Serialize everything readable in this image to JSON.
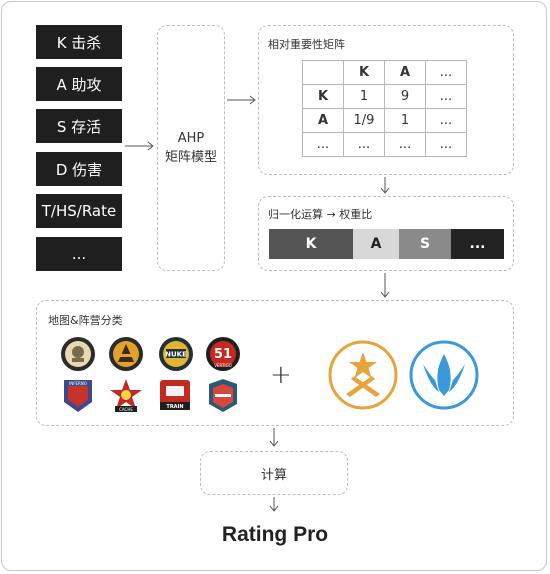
{
  "metrics": [
    "K 击杀",
    "A 助攻",
    "S 存活",
    "D 伤害",
    "T/HS/Rate",
    "..."
  ],
  "ahp": {
    "line1": "AHP",
    "line2": "矩阵模型"
  },
  "matrix": {
    "title": "相对重要性矩阵",
    "rows": [
      [
        "",
        "K",
        "A",
        "..."
      ],
      [
        "K",
        "1",
        "9",
        "..."
      ],
      [
        "A",
        "1/9",
        "1",
        "..."
      ],
      [
        "...",
        "...",
        "...",
        "..."
      ]
    ]
  },
  "weights": {
    "title": "归一化运算 → 权重比",
    "bars": [
      {
        "label": "K",
        "color": "#555555"
      },
      {
        "label": "A",
        "color": "#d8d8d8",
        "text_color": "#222222"
      },
      {
        "label": "S",
        "color": "#8a8a8a"
      },
      {
        "label": "...",
        "color": "#222222"
      }
    ]
  },
  "classify": {
    "title": "地图&阵营分类",
    "maps": [
      "map-dust2-badge-icon",
      "map-mirage-badge-icon",
      "map-nuke-badge-icon",
      "map-vertigo-badge-icon",
      "map-inferno-badge-icon",
      "map-cache-badge-icon",
      "map-train-badge-icon",
      "map-overpass-badge-icon"
    ],
    "map_texts": {
      "nuke": "NUKE",
      "vertigo": "VERTIGO",
      "inferno": "INFERNO",
      "cache": "CACHE",
      "train": "TRAIN"
    },
    "plus": "+",
    "factions": [
      "terrorist-faction-icon",
      "counter-terrorist-faction-icon"
    ]
  },
  "calc": "计算",
  "title": "Rating Pro",
  "colors": {
    "t_gold": "#e8a33a",
    "ct_blue": "#3a9ad9"
  }
}
